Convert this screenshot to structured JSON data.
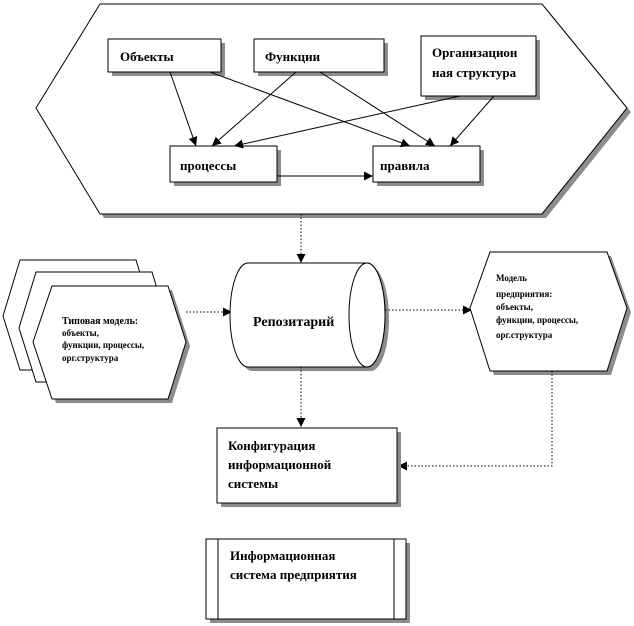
{
  "top_group": {
    "objects_label": "Объекты",
    "functions_label": "Функции",
    "org_structure_lines": [
      "Организацион",
      "ная структура"
    ],
    "processes_label": "процессы",
    "rules_label": "правила"
  },
  "typical_model": {
    "title": "Типовая модель:",
    "lines": [
      "объекты,",
      "функции, процессы,",
      "орг.структура"
    ]
  },
  "repository_label": "Репозитарий",
  "enterprise_model": {
    "title_lines": [
      "Модель",
      "предприятия:"
    ],
    "lines": [
      "объекты,",
      "функции, процессы,",
      "орг.структура"
    ]
  },
  "configuration_lines": [
    "Конфигурация",
    "информационной",
    "системы"
  ],
  "enterprise_system_lines": [
    "Информационная",
    "система предприятия"
  ],
  "colors": {
    "line": "#000000",
    "shadow": "#8c8c8c",
    "background": "#ffffff"
  }
}
